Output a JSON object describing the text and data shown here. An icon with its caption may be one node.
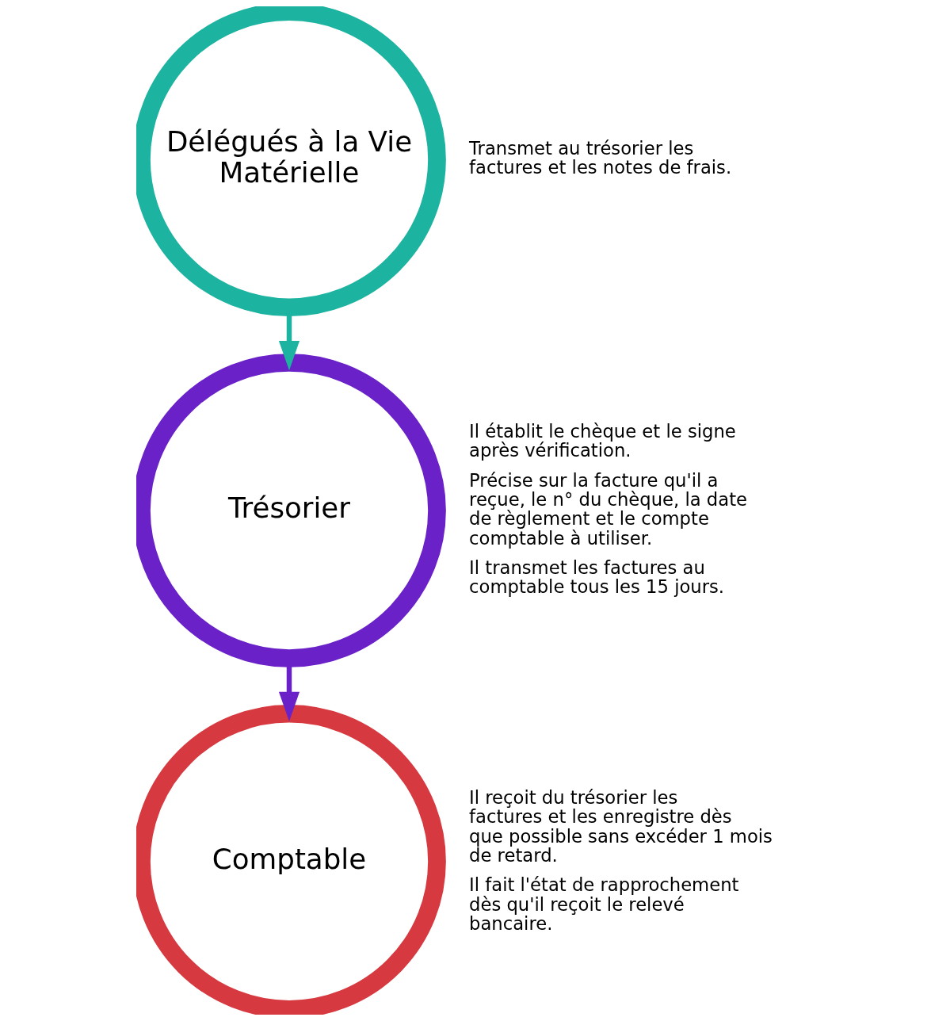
{
  "diagram": {
    "nodes": [
      {
        "text": [
          "Délégués à la Vie Matérielle"
        ],
        "beside": [
          "Transmet au trésorier les factures et les notes de frais."
        ]
      },
      {
        "text": [
          "Trésorier"
        ],
        "beside": [
          "Il établit le chèque et le signe après vérification.",
          "Précise sur la facture qu'il a reçue, le n° du chèque, la date de règlement et le compte comptable à utiliser.",
          "Il transmet les factures au comptable tous les 15 jours."
        ]
      },
      {
        "text": [
          "Comptable"
        ],
        "beside": [
          "Il reçoit du trésorier les factures et les enregistre dès que possible sans excéder 1 mois de retard.",
          "Il fait l'état de rapprochement dès qu'il reçoit le relevé bancaire."
        ]
      }
    ],
    "edges": [
      {
        "from": 0,
        "to": 1,
        "arrow": "to",
        "color": "#1cb3a0"
      },
      {
        "from": 1,
        "to": 2,
        "arrow": "to",
        "color": "#6a22c8"
      }
    ]
  }
}
